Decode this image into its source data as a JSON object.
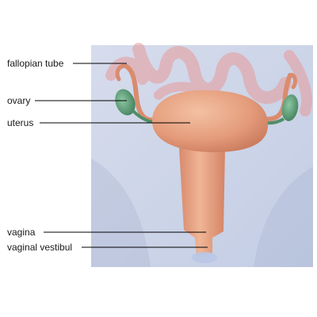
{
  "labels": {
    "fallopian_tube": "fallopian tube",
    "ovary": "ovary",
    "uterus": "uterus",
    "vagina": "vagina",
    "vaginal_vestibul": "vaginal vestibul"
  },
  "colors": {
    "background_panel": "#c9d3e8",
    "intestine": "#e8a3a3",
    "uterus": "#e5a07f",
    "ovary": "#5a9e77",
    "leader_line": "#000000"
  }
}
